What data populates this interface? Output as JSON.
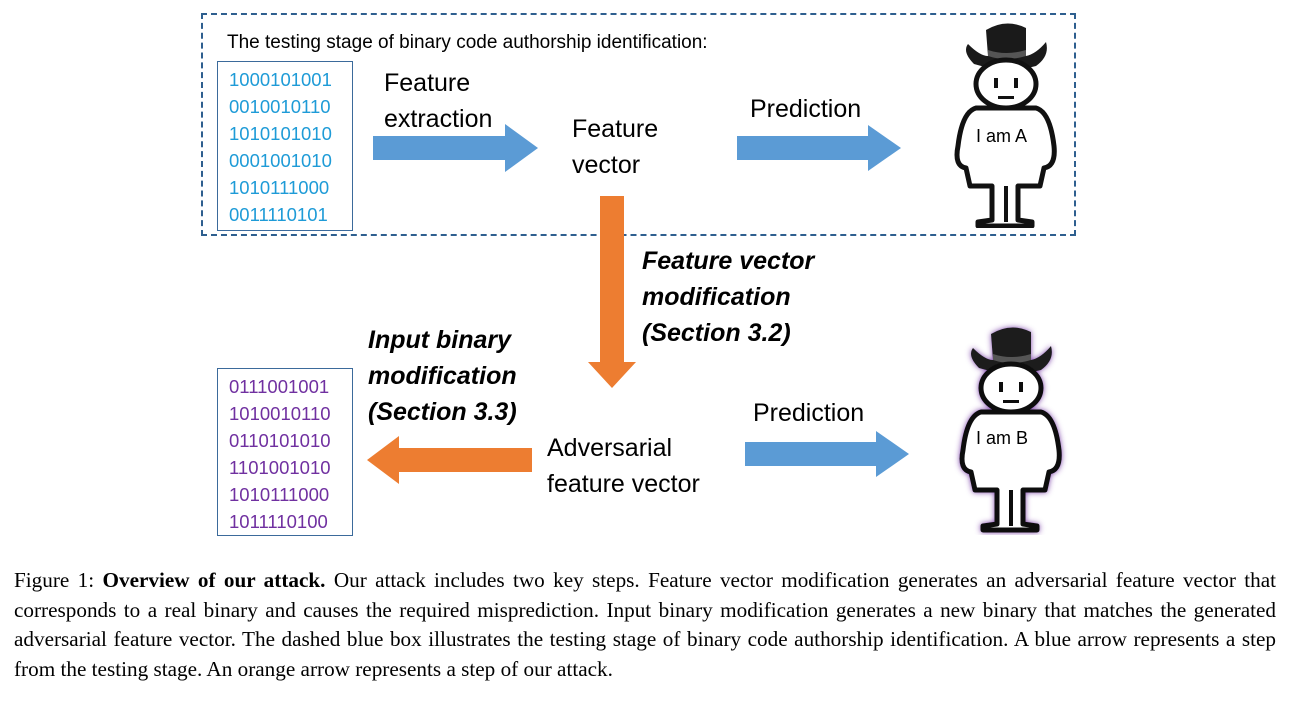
{
  "diagram": {
    "testing_title": "The testing stage of binary code authorship identification:",
    "binary_a": [
      "1000101001",
      "0010010110",
      "1010101010",
      "0001001010",
      "1010111000",
      "0011110101"
    ],
    "binary_b": [
      "0111001001",
      "1010010110",
      "0110101010",
      "1101001010",
      "1010111000",
      "1011110100"
    ],
    "feature_extraction": [
      "Feature",
      "extraction"
    ],
    "feature_vector": [
      "Feature",
      "vector"
    ],
    "prediction_a": "Prediction",
    "prediction_b": "Prediction",
    "person_a_label": "I am A",
    "person_b_label": "I am B",
    "feature_vector_modification": [
      "Feature vector",
      "modification",
      "(Section 3.2)"
    ],
    "input_binary_modification": [
      "Input binary",
      "modification",
      "(Section 3.3)"
    ],
    "adversarial_feature_vector": [
      "Adversarial",
      "feature vector"
    ],
    "colors": {
      "blue_arrow": "#5B9BD5",
      "orange_arrow": "#ED7D31",
      "dashed_border": "#2E5F8F",
      "binary_a_text": "#1E9BD7",
      "binary_b_text": "#7030A0"
    }
  },
  "caption": {
    "figure_label": "Figure 1:",
    "bold_title": "Overview of our attack.",
    "body": "Our attack includes two key steps. Feature vector modification generates an adversarial feature vector that corresponds to a real binary and causes the required misprediction. Input binary modification generates a new binary that matches the generated adversarial feature vector. The dashed blue box illustrates the testing stage of binary code authorship identification. A blue arrow represents a step from the testing stage. An orange arrow represents a step of our attack."
  }
}
